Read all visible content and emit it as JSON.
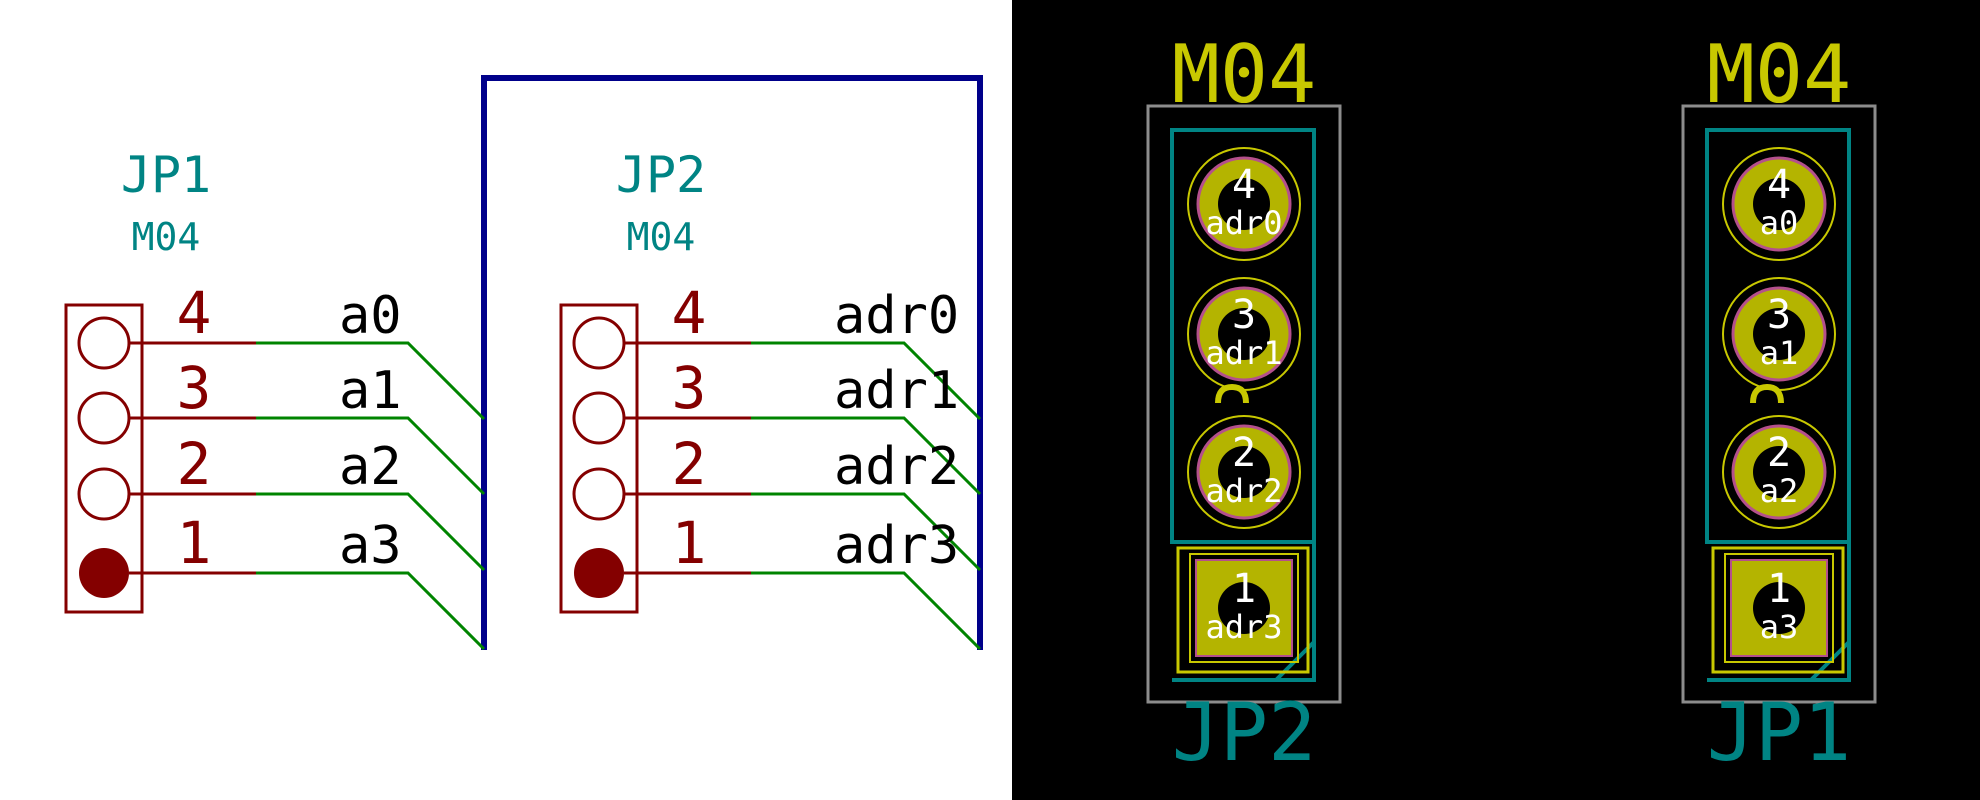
{
  "colors": {
    "schematic_bg": "#ffffff",
    "pcb_bg": "#000000",
    "symbol": "#840000",
    "wire": "#008400",
    "bus": "#00008a",
    "ref_text": "#008484",
    "net_text": "#000000",
    "silk": "#c8c800",
    "courtyard": "#008484",
    "outline": "#8c8c8c",
    "pad": "#b4b400",
    "pad_outline": "#b4508c",
    "pad_text": "#ffffff"
  },
  "schematic": {
    "connectors": [
      {
        "ref": "JP1",
        "value": "M04",
        "pins": [
          {
            "number": "4",
            "net": "a0"
          },
          {
            "number": "3",
            "net": "a1"
          },
          {
            "number": "2",
            "net": "a2"
          },
          {
            "number": "1",
            "net": "a3"
          }
        ]
      },
      {
        "ref": "JP2",
        "value": "M04",
        "pins": [
          {
            "number": "4",
            "net": "adr0"
          },
          {
            "number": "3",
            "net": "adr1"
          },
          {
            "number": "2",
            "net": "adr2"
          },
          {
            "number": "1",
            "net": "adr3"
          }
        ]
      }
    ]
  },
  "pcb": {
    "footprints": [
      {
        "ref": "JP2",
        "value": "M04",
        "pads": [
          {
            "number": "4",
            "net": "adr0",
            "shape": "round"
          },
          {
            "number": "3",
            "net": "adr1",
            "shape": "round"
          },
          {
            "number": "2",
            "net": "adr2",
            "shape": "round"
          },
          {
            "number": "1",
            "net": "adr3",
            "shape": "square"
          }
        ]
      },
      {
        "ref": "JP1",
        "value": "M04",
        "pads": [
          {
            "number": "4",
            "net": "a0",
            "shape": "round"
          },
          {
            "number": "3",
            "net": "a1",
            "shape": "round"
          },
          {
            "number": "2",
            "net": "a2",
            "shape": "round"
          },
          {
            "number": "1",
            "net": "a3",
            "shape": "square"
          }
        ]
      }
    ]
  }
}
